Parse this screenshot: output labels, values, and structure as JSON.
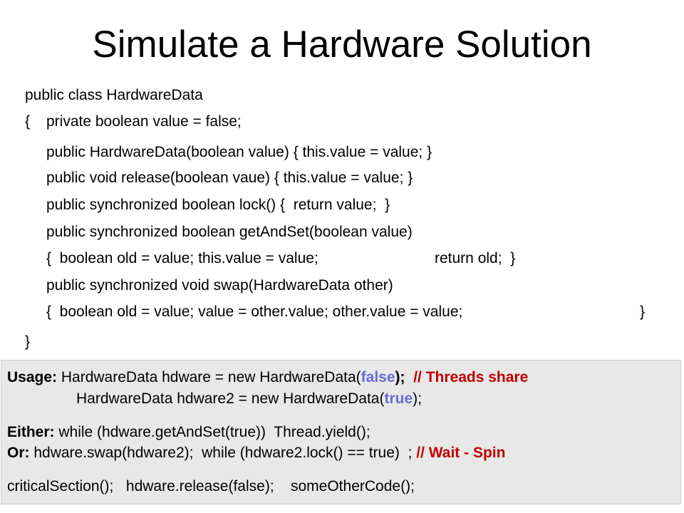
{
  "title": "Simulate a Hardware Solution",
  "code": {
    "l1": "public class HardwareData",
    "l2_brace": "{",
    "l2_rest": "private boolean value = false;",
    "l3": "public HardwareData(boolean value) { this.value = value; }",
    "l4": "public void release(boolean vaue) { this.value = value; }",
    "l5": "public synchronized boolean lock() {  return value;  }",
    "l6": "public synchronized boolean getAndSet(boolean value)",
    "l7_a": "{  boolean old = value; this.value = value;",
    "l7_b": "return old;  }",
    "l8": "public synchronized void swap(HardwareData other)",
    "l9_a": "{  boolean old = value; value = other.value; other.value = value;",
    "l9_b": "}",
    "l10": "}"
  },
  "usage": {
    "label": "Usage:",
    "line1_a": "HardwareData hdware = new HardwareData(",
    "line1_false": "false",
    "line1_b": ");",
    "line1_comment": "// Threads share",
    "line2_a": "HardwareData hdware2 = new HardwareData(",
    "line2_true": "true",
    "line2_b": ");",
    "either_label": "Either:",
    "either_code": "while (hdware.getAndSet(true))  Thread.yield();",
    "or_label": "Or:",
    "or_code": "hdware.swap(hdware2);  while (hdware2.lock() == true)  ;",
    "or_comment": "// Wait - Spin",
    "last_a": "criticalSection();",
    "last_b": "hdware.release(false);",
    "last_c": "someOtherCode();"
  }
}
